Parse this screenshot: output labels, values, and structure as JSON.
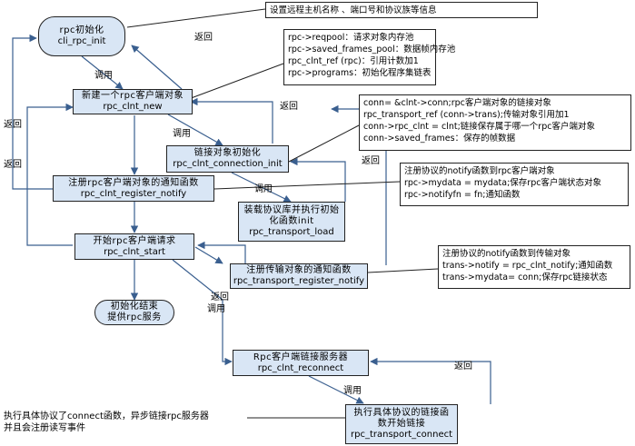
{
  "nodes": {
    "init": {
      "zh": "rpc初始化",
      "en": "cli_rpc_init"
    },
    "new": {
      "zh": "新建一个rpc客户端对象",
      "en": "rpc_clnt_new"
    },
    "conn_init": {
      "zh": "链接对象初始化",
      "en": "rpc_clnt_connection_init"
    },
    "reg_notify": {
      "zh": "注册rpc客户端对象的通知函数",
      "en": "rpc_clnt_register_notify"
    },
    "load": {
      "zh1": "装载协议库并执行初始",
      "zh2": "化函数init",
      "en": "rpc_transport_load"
    },
    "start": {
      "zh": "开始rpc客户端请求",
      "en": "rpc_clnt_start"
    },
    "trans_reg": {
      "zh": "注册传输对象的通知函数",
      "en": "rpc_transport_register_notify"
    },
    "end": {
      "zh1": "初始化结束",
      "zh2": "提供rpc服务"
    },
    "reconnect": {
      "zh": "Rpc客户端链接服务器",
      "en": "rpc_clnt_reconnect"
    },
    "connect": {
      "zh1": "执行具体协议的链接函",
      "zh2": "数开始链接",
      "en": "rpc_transport_connect"
    }
  },
  "notes": {
    "top": "设置远程主机名称 、端口号和协议族等信息",
    "rpc_new": [
      "rpc->reqpool：请求对象内存池",
      "rpc->saved_frames_pool：数据帧内存池",
      "rpc_clnt_ref (rpc)：引用计数加1",
      "rpc->programs：初始化程序集链表"
    ],
    "conn": [
      "conn= &clnt->conn;rpc客户端对象的链接对象",
      "rpc_transport_ref (conn->trans);传输对象引用加1",
      "conn->rpc_clnt = clnt;链接保存属于哪一个rpc客户端对象",
      "conn->saved_frames：保存的帧数据"
    ],
    "notify": [
      "注册协议的notify函数到rpc客户端对象",
      "rpc->mydata = mydata;保存rpc客户端状态对象",
      "rpc->notifyfn = fn;通知函数"
    ],
    "trans": [
      "注册协议的notify函数到传输对象",
      "trans->notify = rpc_clnt_notify;通知函数",
      "trans->mydata= conn;保存rpc链接状态"
    ],
    "connect": [
      "执行具体协议了connect函数，异步链接rpc服务器",
      "并且会注册读写事件"
    ]
  },
  "labels": {
    "call": "调用",
    "ret": "返回"
  }
}
